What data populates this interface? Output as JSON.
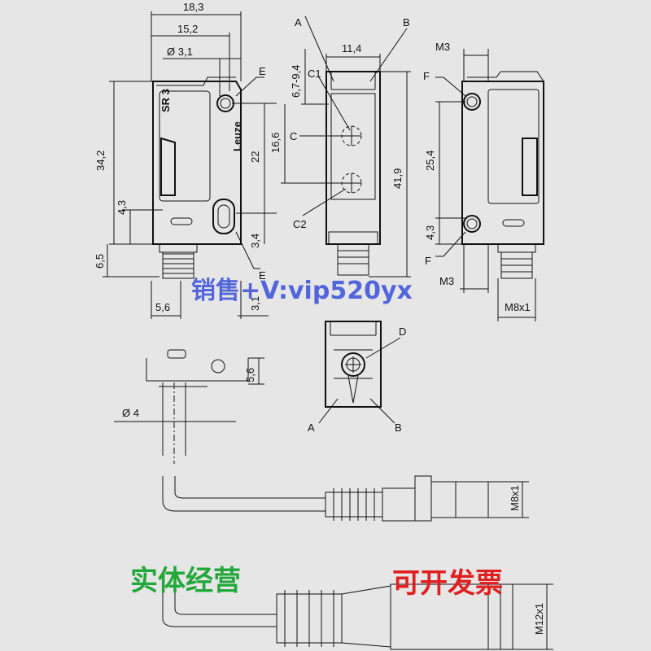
{
  "dimensions": {
    "top_width": "18,3",
    "inner_width": "15,2",
    "hole_dia": "Ø 3,1",
    "height_total": "34,2",
    "height_22": "22",
    "height_4_3_left": "4,3",
    "height_6_5": "6,5",
    "height_3_4": "3,4",
    "bottom_5_6": "5,6",
    "bottom_3_1": "3,1",
    "front_width": "11,4",
    "front_range": "6,7-9,4",
    "front_16_6": "16,6",
    "front_41_9": "41,9",
    "right_m3_top": "M3",
    "right_25_4": "25,4",
    "right_4_3": "4,3",
    "right_m3_bottom": "M3",
    "right_m8x1": "M8x1",
    "cable_5_6": "5,6",
    "cable_dia": "Ø 4",
    "connector_m8": "M8x1",
    "connector_m12": "M12x1"
  },
  "labels": {
    "A": "A",
    "B": "B",
    "C": "C",
    "C1": "C1",
    "C2": "C2",
    "D": "D",
    "E": "E",
    "F": "F",
    "brand": "Leuze",
    "model": "SR 3"
  },
  "watermarks": {
    "sales": "销售+V:vip520yx",
    "entity": "实体经营",
    "invoice": "可开发票"
  }
}
